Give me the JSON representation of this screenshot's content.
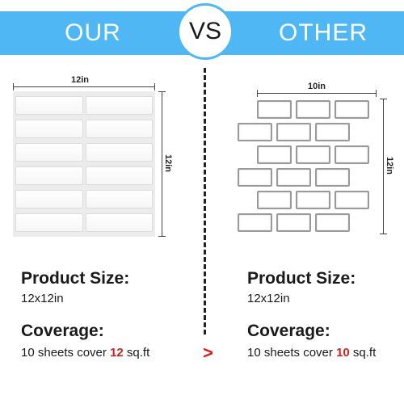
{
  "header": {
    "left_label": "OUR",
    "vs_label": "VS",
    "right_label": "OTHER",
    "banner_color": "#4fb7f3"
  },
  "ours": {
    "width_label": "12in",
    "height_label": "12in",
    "product_size_title": "Product Size:",
    "product_size_value": "12x12in",
    "coverage_title": "Coverage:",
    "coverage_prefix": "10 sheets cover ",
    "coverage_number": "12",
    "coverage_unit": " sq.ft",
    "tile_rows": 6,
    "tile_cols": 2
  },
  "other": {
    "width_label": "10in",
    "height_label": "12in",
    "product_size_title": "Product Size:",
    "product_size_value": "12x12in",
    "coverage_title": "Coverage:",
    "coverage_prefix": "10 sheets cover ",
    "coverage_number": "10",
    "coverage_unit": " sq.ft"
  },
  "comparison_symbol": ">",
  "accent_red": "#d62020"
}
